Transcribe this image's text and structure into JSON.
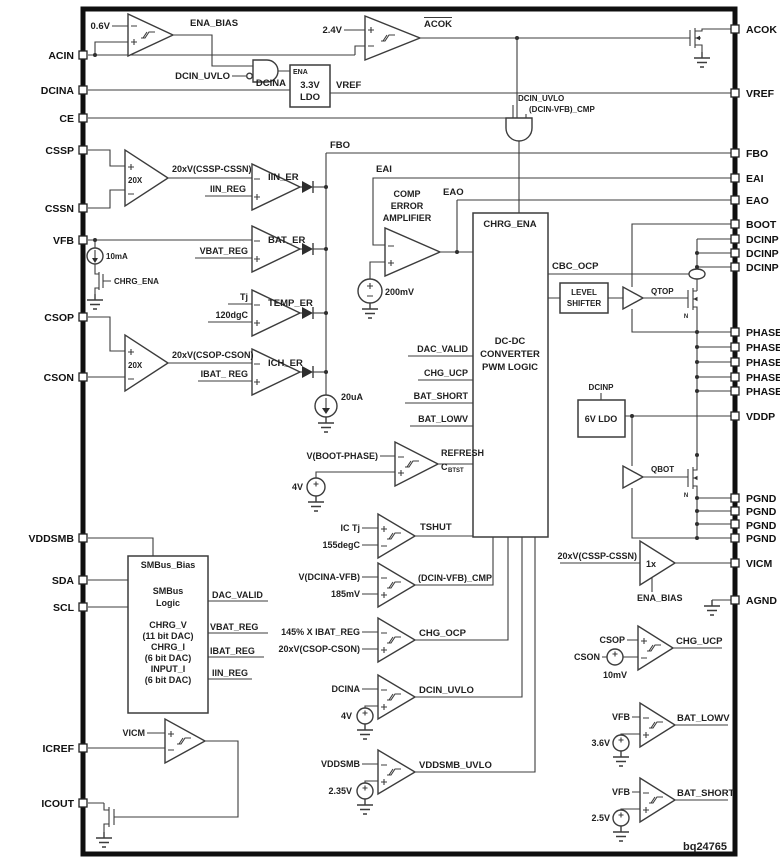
{
  "chip": {
    "part_number": "bq24765"
  },
  "pins": {
    "left": [
      "ACIN",
      "DCINA",
      "CE",
      "CSSP",
      "CSSN",
      "VFB",
      "CSOP",
      "CSON",
      "VDDSMB",
      "SDA",
      "SCL",
      "ICREF",
      "ICOUT"
    ],
    "right": [
      "ACOK",
      "VREF",
      "FBO",
      "EAI",
      "EAO",
      "BOOT",
      "DCINP",
      "DCINP",
      "DCINP",
      "PHASE",
      "PHASE",
      "PHASE",
      "PHASE",
      "PHASE",
      "VDDP",
      "PGND",
      "PGND",
      "PGND",
      "PGND",
      "VICM",
      "AGND"
    ]
  },
  "blocks": {
    "ldo33": {
      "ena": "ENA",
      "line1": "3.3V",
      "line2": "LDO"
    },
    "pwm": {
      "enable": "CHRG_ENA",
      "line1": "DC-DC",
      "line2": "CONVERTER",
      "line3": "PWM LOGIC"
    },
    "level_shifter": {
      "line1": "LEVEL",
      "line2": "SHIFTER"
    },
    "ldo6": {
      "label": "6V LDO",
      "supply": "DCINP"
    },
    "smbus": {
      "bias": "SMBus_Bias",
      "line1": "SMBus",
      "line2": "Logic",
      "line3": "CHRG_V",
      "line4": "(11 bit DAC)",
      "line5": "CHRG_I",
      "line6": "(6 bit DAC)",
      "line7": "INPUT_I",
      "line8": "(6 bit DAC)",
      "out_dac_valid": "DAC_VALID",
      "out_vbat_reg": "VBAT_REG",
      "out_ibat_reg": "IBAT_REG",
      "out_iin_reg": "IIN_REG"
    },
    "comp_err": {
      "line1": "COMP",
      "line2": "ERROR",
      "line3": "AMPLIFIER"
    }
  },
  "nets": {
    "ena_bias": "ENA_BIAS",
    "acok": "ACOK",
    "vref": "VREF",
    "dcina": "DCINA",
    "dcin_uvlo": "DCIN_UVLO",
    "dcin_vfb_cmp": "(DCIN-VFB)_CMP",
    "fbo": "FBO",
    "eai": "EAI",
    "eao": "EAO",
    "cbc_ocp": "CBC_OCP",
    "qtop": "QTOP",
    "qbot": "QBOT",
    "nchan": "N",
    "gain20": "20X",
    "cssp_sense": "20xV(CSSP-CSSN)",
    "csop_sense": "20xV(CSOP-CSON)",
    "iin_reg": "IIN_REG",
    "iin_er": "IIN_ER",
    "vbat_reg": "VBAT_REG",
    "bat_er": "BAT_ER",
    "tj": "Tj",
    "temp_er": "TEMP_ER",
    "ibat_reg_sp": "IBAT_ REG",
    "ich_er": "ICH_ER",
    "chrg_ena": "CHRG_ENA",
    "dac_valid": "DAC_VALID",
    "chg_ucp": "CHG_UCP",
    "bat_short": "BAT_SHORT",
    "bat_lowv": "BAT_LOWV",
    "vboot_phase": "V(BOOT-PHASE)",
    "refresh": "REFRESH",
    "refresh_c": "C",
    "refresh_btst": "BTST",
    "ic_tj": "IC Tj",
    "tshut": "TSHUT",
    "vdcina_vfb": "V(DCINA-VFB)",
    "chg_ocp": "CHG_OCP",
    "ibat_145": "145% X IBAT_REG",
    "vddsmb": "VDDSMB",
    "vddsmb_uvlo": "VDDSMB_UVLO",
    "vicm": "VICM",
    "gain1x": "1x",
    "csop": "CSOP",
    "cson": "CSON",
    "vfb": "VFB"
  },
  "values": {
    "v0_6": "0.6V",
    "v2_4": "2.4V",
    "i10ma": "10mA",
    "t120": "120dgC",
    "i20ua": "20uA",
    "mv200": "200mV",
    "v4": "4V",
    "t155": "155degC",
    "mv185": "185mV",
    "v2_35": "2.35V",
    "mv10": "10mV",
    "v3_6": "3.6V",
    "v2_5": "2.5V"
  }
}
